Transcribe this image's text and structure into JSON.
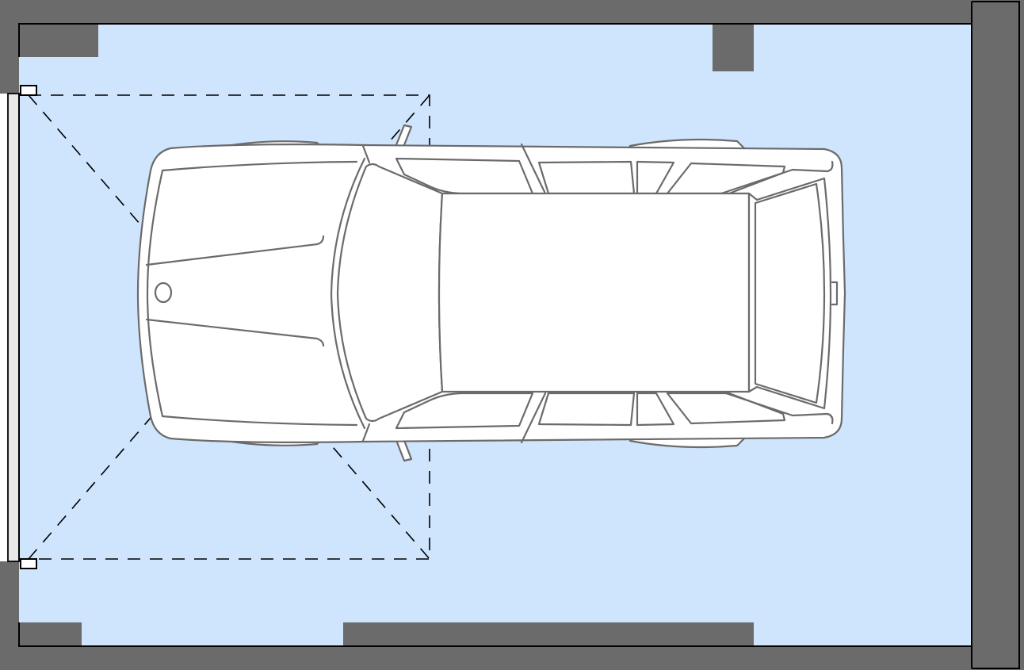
{
  "colors": {
    "floor": "#cfe5fd",
    "wall": "#6b6b6b",
    "outline": "#000000",
    "car_fill": "#ffffff",
    "car_outline": "#6b6b6b",
    "door_leaf": "#e8e8e8"
  },
  "elements": {
    "room": "garage-floor",
    "vehicle": "station-wagon-top-view",
    "door": "garage-door-with-dashed-swing-path"
  }
}
